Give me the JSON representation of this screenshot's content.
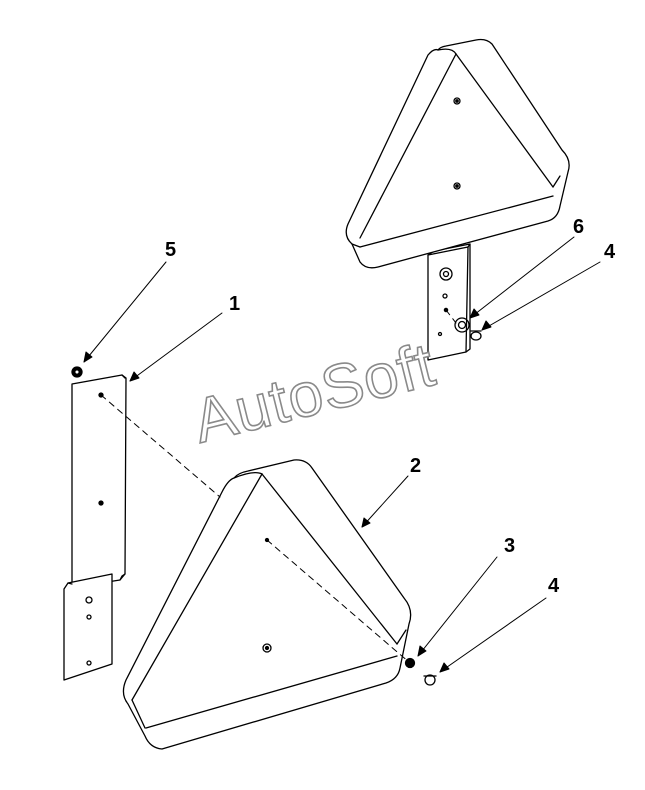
{
  "callouts": {
    "c1": "1",
    "c2": "2",
    "c3": "3",
    "c4a": "4",
    "c4b": "4",
    "c5": "5",
    "c6": "6"
  },
  "watermark": "AutoSoft",
  "colors": {
    "line": "#000000",
    "background": "#ffffff",
    "watermark_outline": "#8a8a8a"
  }
}
